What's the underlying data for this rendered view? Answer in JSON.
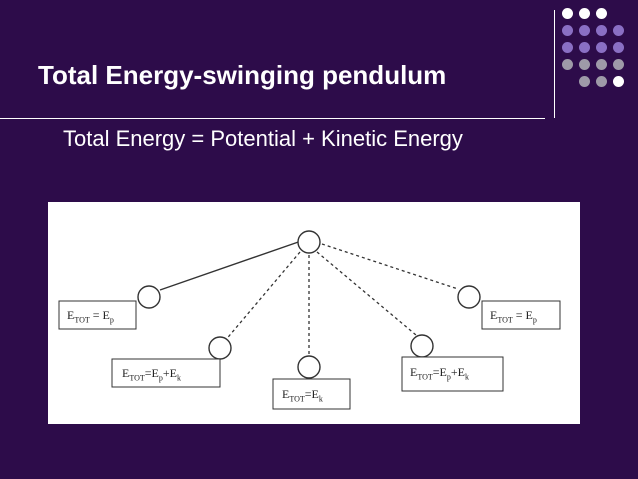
{
  "slide": {
    "title": "Total Energy-swinging pendulum",
    "subtitle": "Total Energy = Potential + Kinetic Energy"
  },
  "diagram": {
    "labels": [
      {
        "name": "left",
        "main": "E",
        "sub1": "TOT",
        "op": " = E",
        "sub2": "p",
        "tail": ""
      },
      {
        "name": "right",
        "main": "E",
        "sub1": "TOT",
        "op": " = E",
        "sub2": "p",
        "tail": ""
      },
      {
        "name": "mid-left",
        "main": "E",
        "sub1": "TOT",
        "op": "=E",
        "sub2": "p",
        "tail": "+E",
        "sub3": "k"
      },
      {
        "name": "mid-right",
        "main": "E",
        "sub1": "TOT",
        "op": "=E",
        "sub2": "p",
        "tail": "+E",
        "sub3": "k"
      },
      {
        "name": "bottom",
        "main": "E",
        "sub1": "TOT",
        "op": "=E",
        "sub2": "k",
        "tail": ""
      }
    ]
  },
  "colors": {
    "background": "#2d0c4a",
    "dot_white": "#ffffff",
    "dot_purple": "#8a6fc4",
    "dot_gray": "#9e9aa8"
  },
  "decor": {
    "dot_grid_rows": [
      [
        "white",
        "white",
        "white",
        "none"
      ],
      [
        "purple",
        "purple",
        "purple",
        "purple"
      ],
      [
        "purple",
        "purple",
        "purple",
        "purple"
      ],
      [
        "gray",
        "gray",
        "gray",
        "gray"
      ],
      [
        "none",
        "gray",
        "gray",
        "white"
      ]
    ]
  }
}
